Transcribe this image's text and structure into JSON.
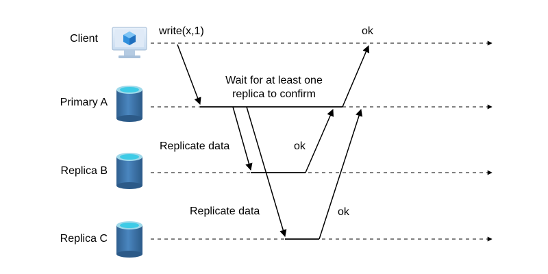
{
  "lanes": [
    {
      "label": "Client",
      "icon": "monitor-icon"
    },
    {
      "label": "Primary A",
      "icon": "database-icon"
    },
    {
      "label": "Replica B",
      "icon": "database-icon"
    },
    {
      "label": "Replica C",
      "icon": "database-icon"
    }
  ],
  "messages": {
    "write": "write(x,1)",
    "ok_client": "ok",
    "wait_line1": "Wait for at least one",
    "wait_line2": "replica to confirm",
    "replicate_b": "Replicate data",
    "ok_b": "ok",
    "replicate_c": "Replicate data",
    "ok_c": "ok"
  },
  "colors": {
    "db_top": "#3ecbe6",
    "db_body": "#3b74a8",
    "monitor_screen": "#2f8fdd",
    "line": "#000000"
  }
}
